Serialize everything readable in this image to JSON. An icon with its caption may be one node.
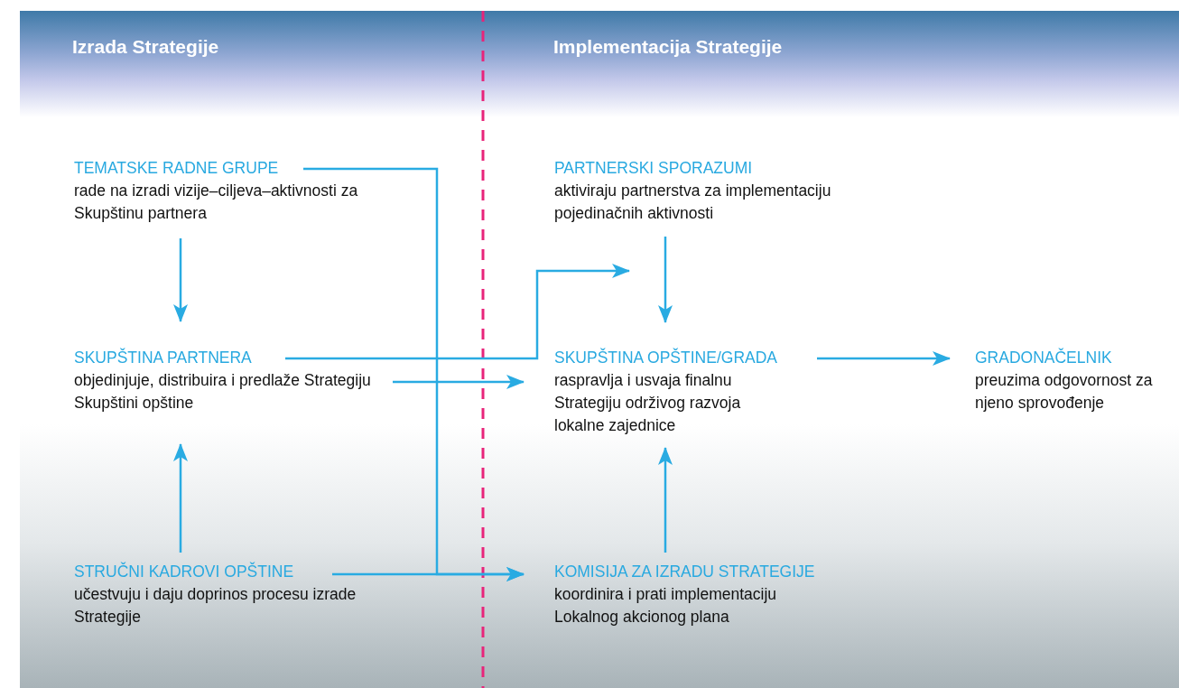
{
  "diagram": {
    "nodes": [
      {
        "text": [
          "TEMATSKE RADNE GRUPE",
          "rade na izradi vizije–ciljeva–aktivnosti za Skupštinu partnera"
        ]
      },
      {
        "text": [
          "SKUPŠTINA PARTNERA",
          "objedinjuje, distribuira i predlaže Strategiju Skupštini opštine"
        ]
      },
      {
        "text": [
          "STRUČNI KADROVI OPŠTINE",
          "učestvuju i daju doprinos procesu izrade Strategije"
        ]
      },
      {
        "text": [
          "PARTNERSKI SPORAZUMI",
          "aktiviraju partnerstva za implementaciju pojedinačnih aktivnosti"
        ]
      },
      {
        "text": [
          "SKUPŠTINA OPŠTINE/GRADA",
          "raspravlja i usvaja finalnu Strategiju održivog razvoja lokalne zajednice"
        ]
      },
      {
        "text": [
          "KOMISIJA ZA IZRADU STRATEGIJE",
          "koordinira i prati implementaciju Lokalnog akcionog plana"
        ]
      },
      {
        "text": [
          "GRADONAČELNIK",
          "preuzima odgovornost za njeno sprovođenje"
        ]
      }
    ],
    "edges": [
      {
        "from": 0,
        "to": 1,
        "arrow": "to"
      },
      {
        "from": 2,
        "to": 1,
        "arrow": "to"
      },
      {
        "from": 1,
        "to": 3,
        "arrow": "to"
      },
      {
        "from": 1,
        "to": 4,
        "arrow": "to"
      },
      {
        "from": 0,
        "to": 5,
        "arrow": "to"
      },
      {
        "from": 2,
        "to": 5,
        "arrow": "to"
      },
      {
        "from": 3,
        "to": 4,
        "arrow": "to"
      },
      {
        "from": 5,
        "to": 4,
        "arrow": "to"
      },
      {
        "from": 4,
        "to": 6,
        "arrow": "to"
      }
    ],
    "labels": [
      "Izrada Strategije",
      "Implementacija Strategije"
    ]
  }
}
